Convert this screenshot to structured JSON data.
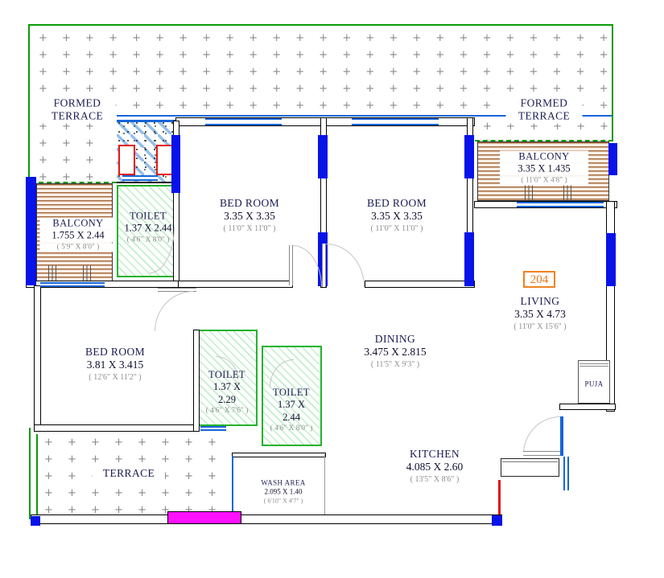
{
  "drawing": {
    "unit_number": "204",
    "rooms": {
      "formed_terrace_left": {
        "name": "FORMED\nTERRACE"
      },
      "formed_terrace_right": {
        "name": "FORMED\nTERRACE"
      },
      "balcony_left": {
        "name": "BALCONY",
        "dim_m": "1.755 X 2.44",
        "dim_ft": "( 5'9\" X 8'0\" )"
      },
      "balcony_right": {
        "name": "BALCONY",
        "dim_m": "3.35 X 1.435",
        "dim_ft": "( 11'0\" X 4'8\" )"
      },
      "toilet_top": {
        "name": "TOILET",
        "dim_m": "1.37 X 2.44",
        "dim_ft": "( 4'6\" X 8'0\" )"
      },
      "bed_room_1": {
        "name": "BED ROOM",
        "dim_m": "3.35 X 3.35",
        "dim_ft": "( 11'0\" X 11'0\" )"
      },
      "bed_room_2": {
        "name": "BED ROOM",
        "dim_m": "3.35 X 3.35",
        "dim_ft": "( 11'0\" X 11'0\" )"
      },
      "bed_room_3": {
        "name": "BED ROOM",
        "dim_m": "3.81 X 3.415",
        "dim_ft": "( 12'6\" X 11'2\" )"
      },
      "living": {
        "name": "LIVING",
        "dim_m": "3.35 X 4.73",
        "dim_ft": "( 11'0\" X 15'6\" )"
      },
      "dining": {
        "name": "DINING",
        "dim_m": "3.475 X 2.815",
        "dim_ft": "( 11'5\" X 9'3\" )"
      },
      "toilet_mid_left": {
        "name": "TOILET",
        "dim_m": "1.37 X 2.29",
        "dim_ft": "( 4'6\" X 7'6\" )"
      },
      "toilet_mid_right": {
        "name": "TOILET",
        "dim_m": "1.37 X 2.44",
        "dim_ft": "( 4'6\" X 8'0\" )"
      },
      "kitchen": {
        "name": "KITCHEN",
        "dim_m": "4.085 X 2.60",
        "dim_ft": "( 13'5\" X 8'6\" )"
      },
      "wash_area": {
        "name": "WASH AREA",
        "dim_m": "2.095 X 1.40",
        "dim_ft": "( 6'10\" X 4'7\" )"
      },
      "terrace_bottom": {
        "name": "TERRACE"
      },
      "puja": {
        "name": "PUJA"
      }
    },
    "colors": {
      "column_blue": "#0713e8",
      "window_blue": "#1565d8",
      "terrace_green": "#0a9b08",
      "toilet_green": "#24b32c",
      "balcony_brown": "#a8683a",
      "badge_orange": "#e8751a",
      "door_magenta": "#ff10ff",
      "fixture_red": "#e31515"
    }
  }
}
